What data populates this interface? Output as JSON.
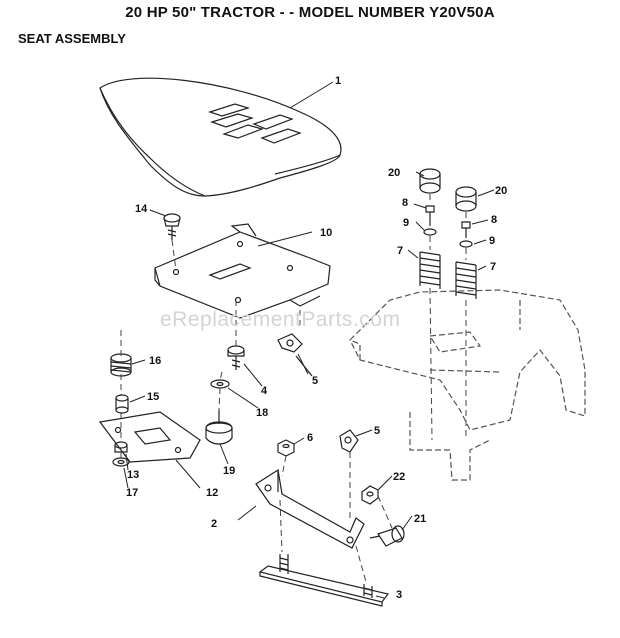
{
  "header": {
    "title": "20 HP 50\" TRACTOR - - MODEL NUMBER Y20V50A",
    "section": "SEAT ASSEMBLY"
  },
  "watermark": "eReplacementParts.com",
  "callouts": [
    "1",
    "2",
    "3",
    "4",
    "5",
    "5",
    "6",
    "7",
    "7",
    "8",
    "8",
    "9",
    "9",
    "10",
    "12",
    "13",
    "14",
    "15",
    "16",
    "17",
    "18",
    "19",
    "20",
    "20",
    "21",
    "22"
  ]
}
